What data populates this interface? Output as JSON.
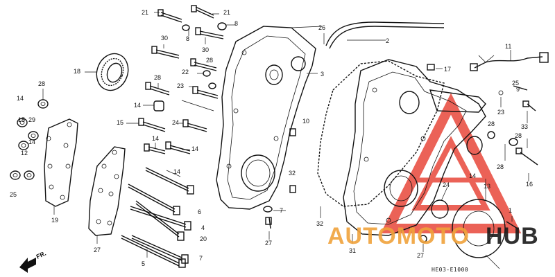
{
  "diagram_code": "HE03-E1000",
  "direction_label": "FR.",
  "watermark": {
    "text_auto": "AUTOMOTO",
    "text_hub": "HUB",
    "color_primary": "#e8473a",
    "color_secondary": "#f0a23b",
    "color_hub": "#1a1a1a"
  },
  "callouts": [
    {
      "text": "21"
    },
    {
      "text": "21"
    },
    {
      "text": "8"
    },
    {
      "text": "8"
    },
    {
      "text": "30"
    },
    {
      "text": "30"
    },
    {
      "text": "26"
    },
    {
      "text": "2"
    },
    {
      "text": "18"
    },
    {
      "text": "28"
    },
    {
      "text": "22"
    },
    {
      "text": "28"
    },
    {
      "text": "3"
    },
    {
      "text": "17"
    },
    {
      "text": "11"
    },
    {
      "text": "23"
    },
    {
      "text": "28"
    },
    {
      "text": "14"
    },
    {
      "text": "14"
    },
    {
      "text": "25"
    },
    {
      "text": "9"
    },
    {
      "text": "23"
    },
    {
      "text": "33"
    },
    {
      "text": "10"
    },
    {
      "text": "14"
    },
    {
      "text": "24"
    },
    {
      "text": "28"
    },
    {
      "text": "28"
    },
    {
      "text": "15"
    },
    {
      "text": "15"
    },
    {
      "text": "14"
    },
    {
      "text": "28"
    },
    {
      "text": "29"
    },
    {
      "text": "12"
    },
    {
      "text": "14"
    },
    {
      "text": "14"
    },
    {
      "text": "14"
    },
    {
      "text": "32"
    },
    {
      "text": "16"
    },
    {
      "text": "24"
    },
    {
      "text": "13"
    },
    {
      "text": "19"
    },
    {
      "text": "6"
    },
    {
      "text": "7"
    },
    {
      "text": "32"
    },
    {
      "text": "1"
    },
    {
      "text": "4"
    },
    {
      "text": "20"
    },
    {
      "text": "27"
    },
    {
      "text": "27"
    },
    {
      "text": "31"
    },
    {
      "text": "7"
    },
    {
      "text": "5"
    },
    {
      "text": "27"
    },
    {
      "text": "25"
    }
  ]
}
